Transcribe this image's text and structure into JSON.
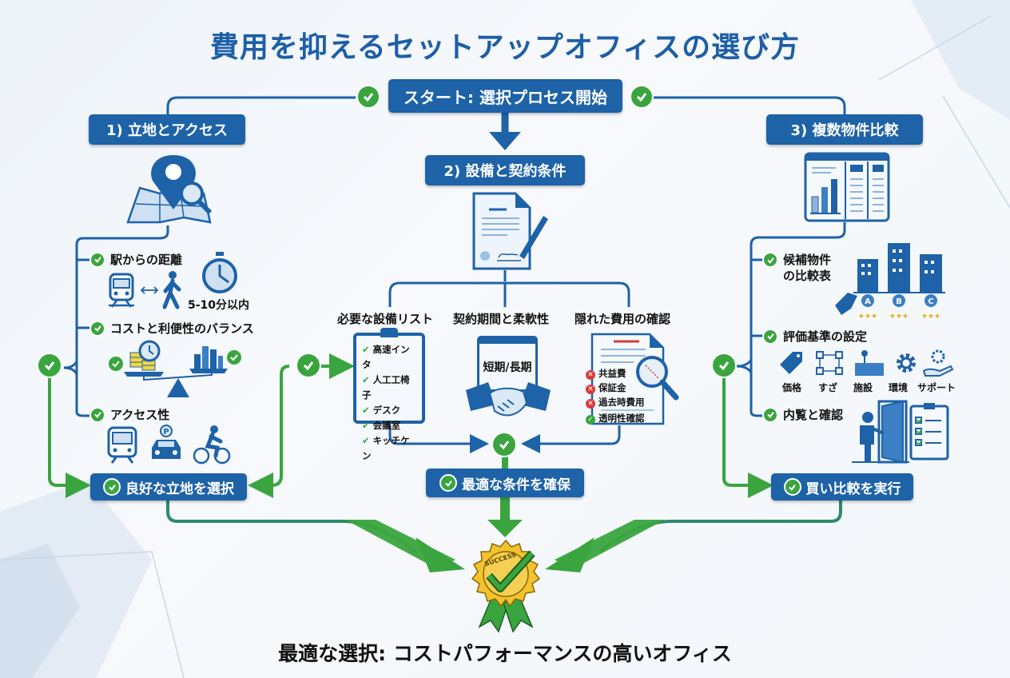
{
  "title": "費用を抑えるセットアップオフィスの選び方",
  "colors": {
    "primary_blue": "#1e62a8",
    "success_green": "#3aa53e",
    "warning_red": "#d83a3a",
    "gold": "#f2c230"
  },
  "start": {
    "label": "スタート: 選択プロセス開始"
  },
  "sections": [
    {
      "heading": "1) 立地とアクセス",
      "icon": "map-pin-search-icon",
      "items": [
        {
          "label": "駅からの距離",
          "detail": "5-10分以内",
          "icons": [
            "train-icon",
            "arrow-both-icon",
            "walking-person-icon",
            "stopwatch-icon"
          ]
        },
        {
          "label": "コストと利便性のバランス",
          "icons": [
            "coins-clock-icon",
            "balance-scale-icon",
            "city-icon"
          ]
        },
        {
          "label": "アクセス性",
          "icons": [
            "bus-icon",
            "taxi-parking-icon",
            "bicycle-icon"
          ]
        }
      ],
      "result": "良好な立地を選択"
    },
    {
      "heading": "2) 設備と契約条件",
      "icon": "contract-pen-icon",
      "subsections": [
        {
          "label": "必要な設備リスト",
          "checklist": [
            "高速インタ",
            "人工工椅子",
            "デスク",
            "会議室",
            "キッチケン"
          ]
        },
        {
          "label": "契約期間と柔軟性",
          "calendar_text": "短期/長期"
        },
        {
          "label": "隠れた費用の確認",
          "warnings": [
            "共益費",
            "保証金",
            "過去時費用"
          ],
          "ok": "透明性確認"
        }
      ],
      "result": "最適な条件を確保"
    },
    {
      "heading": "3) 複数物件比較",
      "icon": "comparison-dashboard-icon",
      "items": [
        {
          "label": "候補物件の比較表",
          "buildings": [
            "A",
            "B",
            "C"
          ],
          "stars_each": 3
        },
        {
          "label": "評価基準の設定",
          "criteria": [
            "価格",
            "すざ",
            "施設",
            "環境",
            "サポート"
          ]
        },
        {
          "label": "内覧と確認"
        }
      ],
      "result": "買い比較を実行"
    }
  ],
  "badge_text": "SUCCESS",
  "final": "最適な選択: コストパフォーマンスの高いオフィス"
}
